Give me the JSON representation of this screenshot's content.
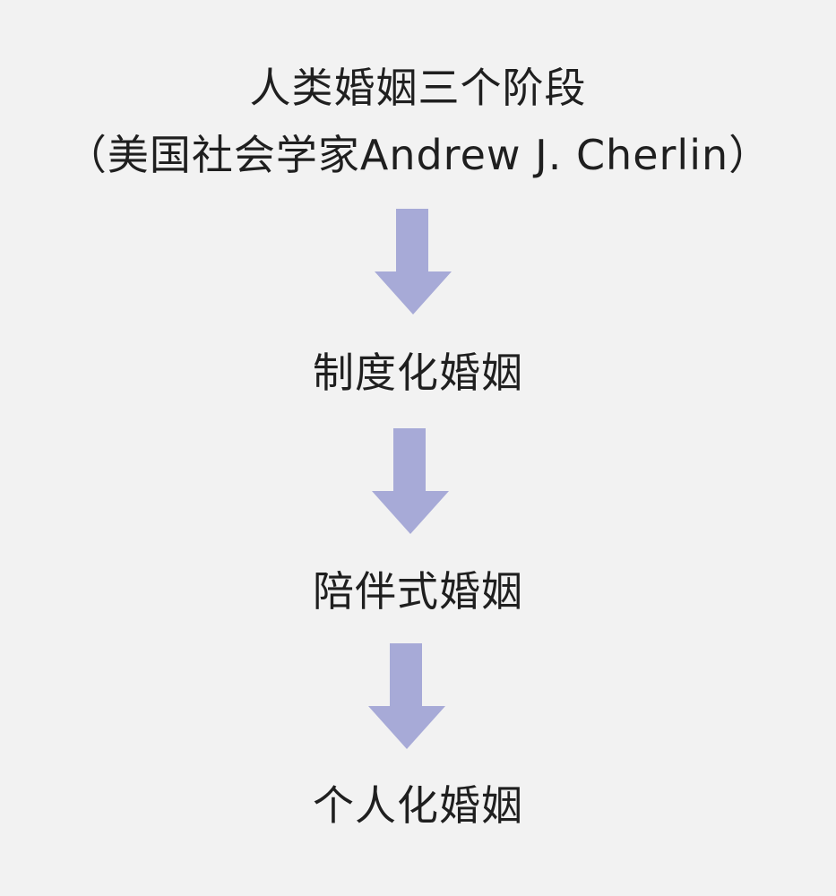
{
  "title": {
    "line1": "人类婚姻三个阶段",
    "line2": "（美国社会学家Andrew J. Cherlin）"
  },
  "stages": [
    {
      "label": "制度化婚姻"
    },
    {
      "label": "陪伴式婚姻"
    },
    {
      "label": "个人化婚姻"
    }
  ],
  "colors": {
    "background": "#f2f2f2",
    "text": "#1f1f1f",
    "arrow": "#a7aad7"
  },
  "icons": [
    "down-arrow-icon"
  ]
}
